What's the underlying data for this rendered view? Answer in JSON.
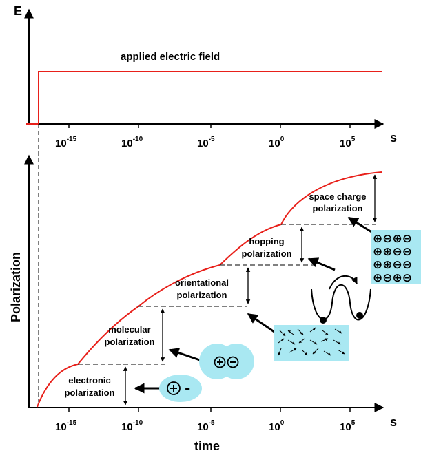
{
  "top_panel": {
    "y_axis_label": "E",
    "x_axis_unit": "s",
    "field_label": "applied electric field",
    "ticks": [
      {
        "base": "10",
        "exp": "-15"
      },
      {
        "base": "10",
        "exp": "-10"
      },
      {
        "base": "10",
        "exp": "-5"
      },
      {
        "base": "10",
        "exp": "0"
      },
      {
        "base": "10",
        "exp": "5"
      }
    ]
  },
  "bottom_panel": {
    "y_axis_label": "Polarization",
    "x_axis_unit": "s",
    "x_axis_label": "time",
    "ticks": [
      {
        "base": "10",
        "exp": "-15"
      },
      {
        "base": "10",
        "exp": "-10"
      },
      {
        "base": "10",
        "exp": "-5"
      },
      {
        "base": "10",
        "exp": "0"
      },
      {
        "base": "10",
        "exp": "5"
      }
    ]
  },
  "mechanisms": [
    {
      "line1": "electronic",
      "line2": "polarization"
    },
    {
      "line1": "molecular",
      "line2": "polarization"
    },
    {
      "line1": "orientational",
      "line2": "polarization"
    },
    {
      "line1": "hopping",
      "line2": "polarization"
    },
    {
      "line1": "space charge",
      "line2": "polarization"
    }
  ],
  "symbols": {
    "plus": "⊕",
    "minus_circle": "⊖",
    "minus": "-"
  },
  "colors": {
    "curve": "#e8201a",
    "axis": "#000000",
    "cyan": "#a9e8f2",
    "dashes": "#000000"
  }
}
